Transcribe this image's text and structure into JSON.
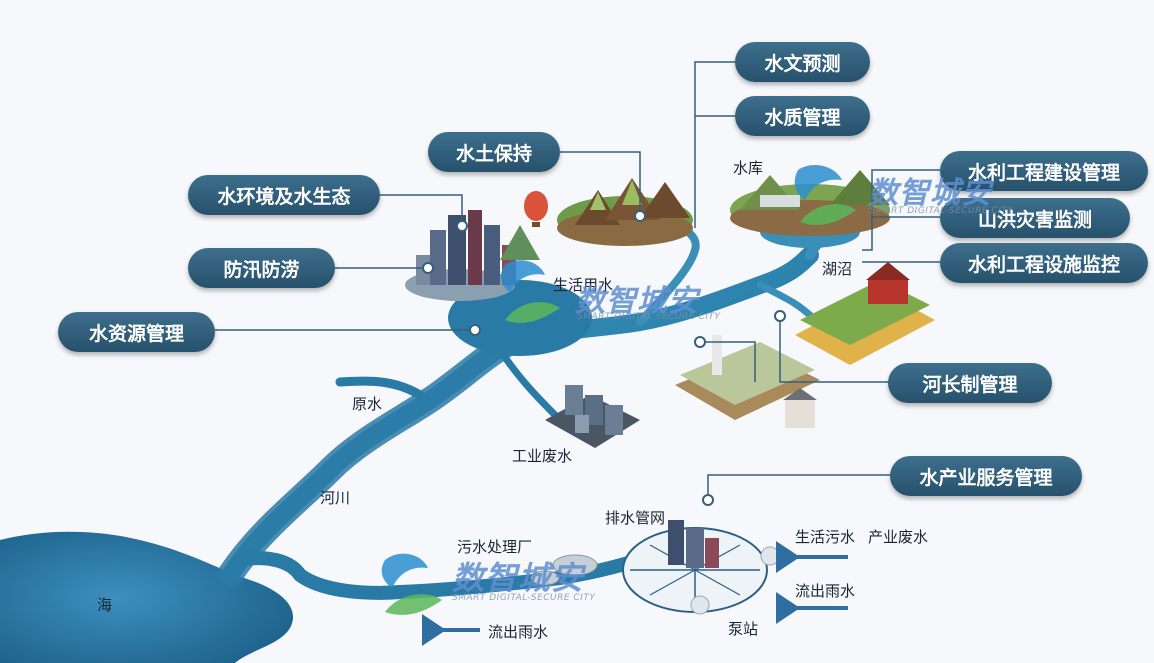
{
  "tags": {
    "hydro_forecast": "水文预测",
    "water_quality": "水质管理",
    "soil_conservation": "水土保持",
    "environment_ecology": "水环境及水生态",
    "flood_prevention": "防汛防涝",
    "water_resources": "水资源管理",
    "project_construction": "水利工程建设管理",
    "flash_flood": "山洪灾害监测",
    "facility_monitoring": "水利工程设施监控",
    "river_chief": "河长制管理",
    "industry_service": "水产业服务管理"
  },
  "labels": {
    "reservoir": "水库",
    "lake": "湖沼",
    "domestic_water": "生活用水",
    "raw_water": "原水",
    "industrial_wastewater_area": "工业废水",
    "river": "河川",
    "sea": "海",
    "drainage_network": "排水管网",
    "sewage_plant": "污水处理厂",
    "pump_station": "泵站",
    "domestic_sewage": "生活污水",
    "industrial_wastewater": "产业废水",
    "rainwater_outflow_right": "流出雨水",
    "rainwater_outflow_left": "流出雨水"
  },
  "watermark": {
    "title": "数智城安",
    "subtitle": "SMART DIGITAL-SECURE CITY"
  },
  "colors": {
    "tag_bg": "#2f5d7a",
    "water": "#2e7fa8",
    "water_light": "#4aa3c9",
    "connector": "#35607a",
    "arrow": "#2f6ea0"
  }
}
